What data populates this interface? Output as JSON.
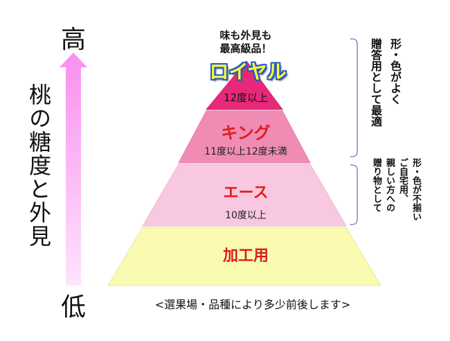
{
  "axis": {
    "high": "高",
    "low": "低",
    "label": "桃の糖度と外見"
  },
  "top_note": [
    "味も外見も",
    "最高級品！"
  ],
  "tiers": [
    {
      "name": "ロイヤル",
      "sub": "12度以上",
      "fill": "#e8287a"
    },
    {
      "name": "キング",
      "sub": "11度以上12度未満",
      "fill": "#f08cb4"
    },
    {
      "name": "エース",
      "sub": "10度以上",
      "fill": "#f8c8e0"
    },
    {
      "name": "加工用",
      "sub": "",
      "fill": "#fafab0"
    }
  ],
  "notes": {
    "top": [
      "形・色がよく",
      "贈答用として最適"
    ],
    "bottom": [
      "形・色が不揃い",
      "ご自宅用、",
      "親しい方への",
      "贈り物として"
    ]
  },
  "footnote": "<選果場・品種により多少前後します>",
  "colors": {
    "arrow_fill": "#f98ff0",
    "bracket": "#6f86b8",
    "royal_title": "#f4ff3a",
    "title_red": "#e21c1c"
  }
}
